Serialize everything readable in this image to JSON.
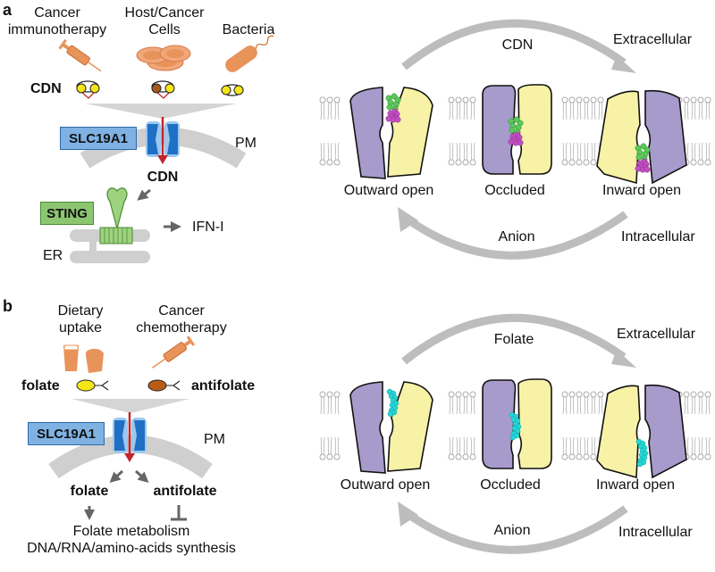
{
  "colors": {
    "membrane_gray": "#c9c9c9",
    "arrow_gray": "#bdbdbd",
    "transporter_blue": "#1f6fc4",
    "transporter_light": "#9cc8ef",
    "arrow_red": "#c0272d",
    "purple_domain": "#a79bcb",
    "yellow_domain": "#f7f2a6",
    "cdn_green": "#5cc85a",
    "cdn_magenta": "#c24fc2",
    "folate_cyan": "#25d6d6",
    "icon_orange": "#e8935a",
    "sting_green": "#9ed27f"
  },
  "panel_a": {
    "label": "a",
    "sources": [
      {
        "line1": "Cancer",
        "line2": "immunotherapy",
        "icon": "syringe-icon"
      },
      {
        "line1": "Host/Cancer",
        "line2": "Cells",
        "icon": "cells-icon"
      },
      {
        "line1": "",
        "line2": "Bacteria",
        "icon": "bacterium-icon"
      }
    ],
    "cdn_label": "CDN",
    "transporter_label": "SLC19A1",
    "pm_label": "PM",
    "cdn_inside_label": "CDN",
    "sting_label": "STING",
    "output_label": "IFN-I",
    "er_label": "ER",
    "cycle": {
      "top_substrate": "CDN",
      "extracellular": "Extracellular",
      "states": [
        "Outward open",
        "Occluded",
        "Inward open"
      ],
      "bottom_substrate": "Anion",
      "intracellular": "Intracellular"
    }
  },
  "panel_b": {
    "label": "b",
    "sources": [
      {
        "line1": "Dietary",
        "line2": "uptake",
        "icon": "food-icon"
      },
      {
        "line1": "Cancer",
        "line2": "chemotherapy",
        "icon": "syringe-icon"
      }
    ],
    "folate_label": "folate",
    "antifolate_label": "antifolate",
    "transporter_label": "SLC19A1",
    "pm_label": "PM",
    "folate_inside": "folate",
    "antifolate_inside": "antifolate",
    "outcome_line1": "Folate metabolism",
    "outcome_line2": "DNA/RNA/amino-acids synthesis",
    "cycle": {
      "top_substrate": "Folate",
      "extracellular": "Extracellular",
      "states": [
        "Outward open",
        "Occluded",
        "Inward open"
      ],
      "bottom_substrate": "Anion",
      "intracellular": "Intracellular"
    }
  }
}
